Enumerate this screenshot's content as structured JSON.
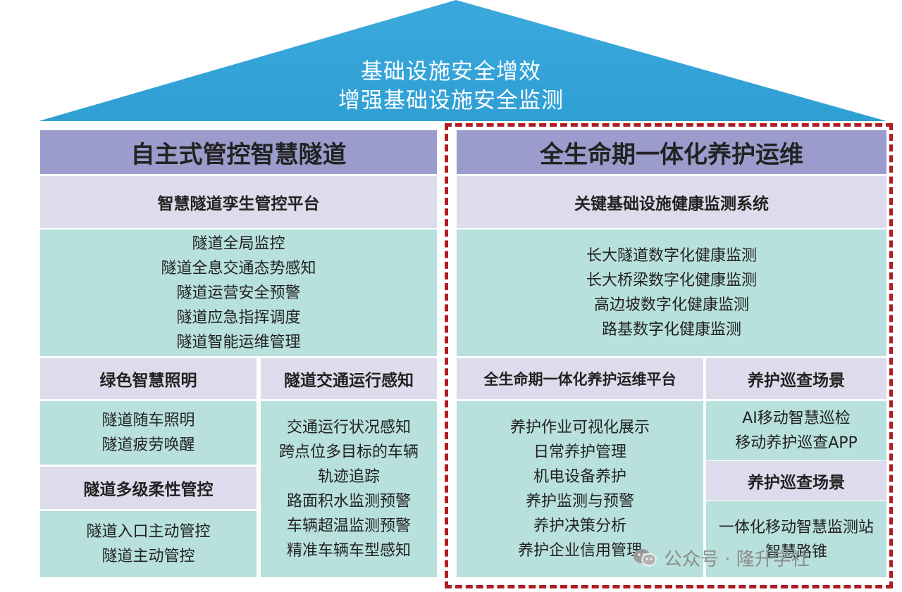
{
  "roof": {
    "line1": "基础设施安全增效",
    "line2": "增强基础设施安全监测"
  },
  "left": {
    "header": "自主式管控智慧隧道",
    "platform": {
      "title": "智慧隧道孪生管控平台",
      "items": [
        "隧道全局监控",
        "隧道全息交通态势感知",
        "隧道运营安全预警",
        "隧道应急指挥调度",
        "隧道智能运维管理"
      ]
    },
    "lighting": {
      "title": "绿色智慧照明",
      "items": [
        "隧道随车照明",
        "隧道疲劳唤醒"
      ]
    },
    "multilevel": {
      "title": "隧道多级柔性管控",
      "items": [
        "隧道入口主动管控",
        "隧道主动管控"
      ]
    },
    "traffic": {
      "title": "隧道交通运行感知",
      "items": [
        "交通运行状况感知",
        "跨点位多目标的车辆",
        "轨迹追踪",
        "路面积水监测预警",
        "车辆超温监测预警",
        "精准车辆车型感知"
      ]
    }
  },
  "right": {
    "header": "全生命期一体化养护运维",
    "health": {
      "title": "关键基础设施健康监测系统",
      "items": [
        "长大隧道数字化健康监测",
        "长大桥梁数字化健康监测",
        "高边坡数字化健康监测",
        "路基数字化健康监测"
      ]
    },
    "platform": {
      "title": "全生命期一体化养护运维平台",
      "items": [
        "养护作业可视化展示",
        "日常养护管理",
        "机电设备养护",
        "养护监测与预警",
        "养护决策分析",
        "养护企业信用管理"
      ]
    },
    "patrol1": {
      "title": "养护巡查场景",
      "items": [
        "AI移动智慧巡检",
        "移动养护巡查APP"
      ]
    },
    "patrol2": {
      "title": "养护巡查场景",
      "items": [
        "一体化移动智慧监测站",
        "智慧路锥"
      ]
    }
  },
  "watermark": {
    "text": "公众号 · 隆升学社"
  },
  "colors": {
    "roof": "#3aa6d8",
    "header": "#9b9ccb",
    "subheader": "#dcdcec",
    "list": "#b8e0dc",
    "dash": "#b01c24"
  }
}
